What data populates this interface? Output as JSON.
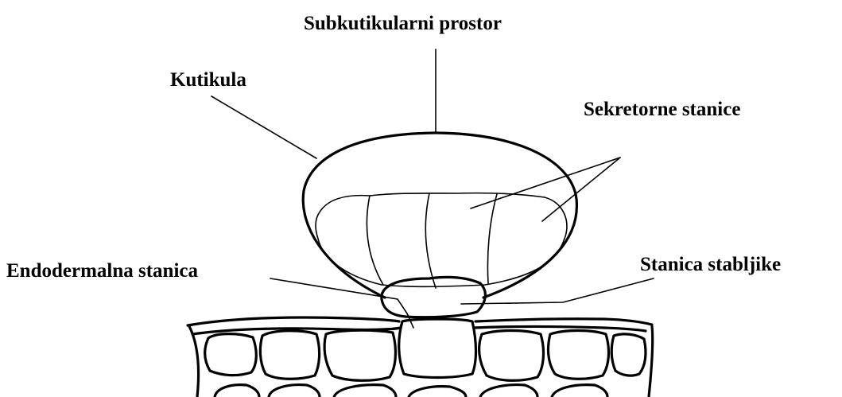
{
  "labels": {
    "subcuticular_space": "Subkutikularni prostor",
    "cuticle": "Kutikula",
    "secretory_cells": "Sekretorne stanice",
    "endodermal_cell": "Endodermalna stanica",
    "stalk_cell": "Stanica stabljike"
  }
}
